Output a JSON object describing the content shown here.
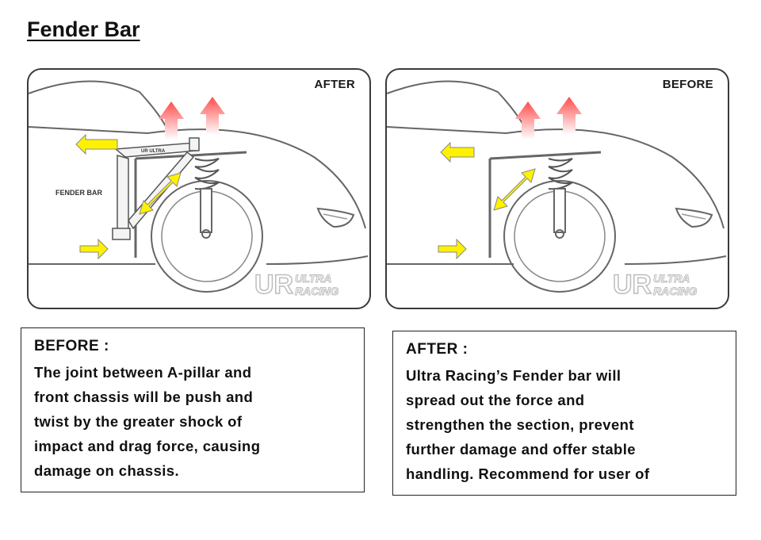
{
  "title": "Fender Bar",
  "panels": {
    "left": {
      "label": "AFTER",
      "callout": "FENDER BAR",
      "bar_brand": "UR ULTRA",
      "watermark": "UR ULTRA RACING"
    },
    "right": {
      "label": "BEFORE",
      "watermark": "UR ULTRA RACING"
    }
  },
  "boxes": {
    "before": {
      "heading": "BEFORE :",
      "lines": [
        "The joint between A-pillar and",
        "front chassis will be push and",
        "twist by the greater shock of",
        "impact and drag force, causing",
        "damage on chassis."
      ]
    },
    "after": {
      "heading": "AFTER :",
      "lines": [
        "Ultra Racing’s Fender bar will",
        "spread out the force and",
        "strengthen the section, prevent",
        "further damage and offer stable",
        "handling. Recommend for user of"
      ]
    }
  },
  "colors": {
    "arrow_red": "#ff4d4d",
    "arrow_yellow": "#fff200",
    "outline": "#666666",
    "watermark": "#bdbdbd"
  }
}
